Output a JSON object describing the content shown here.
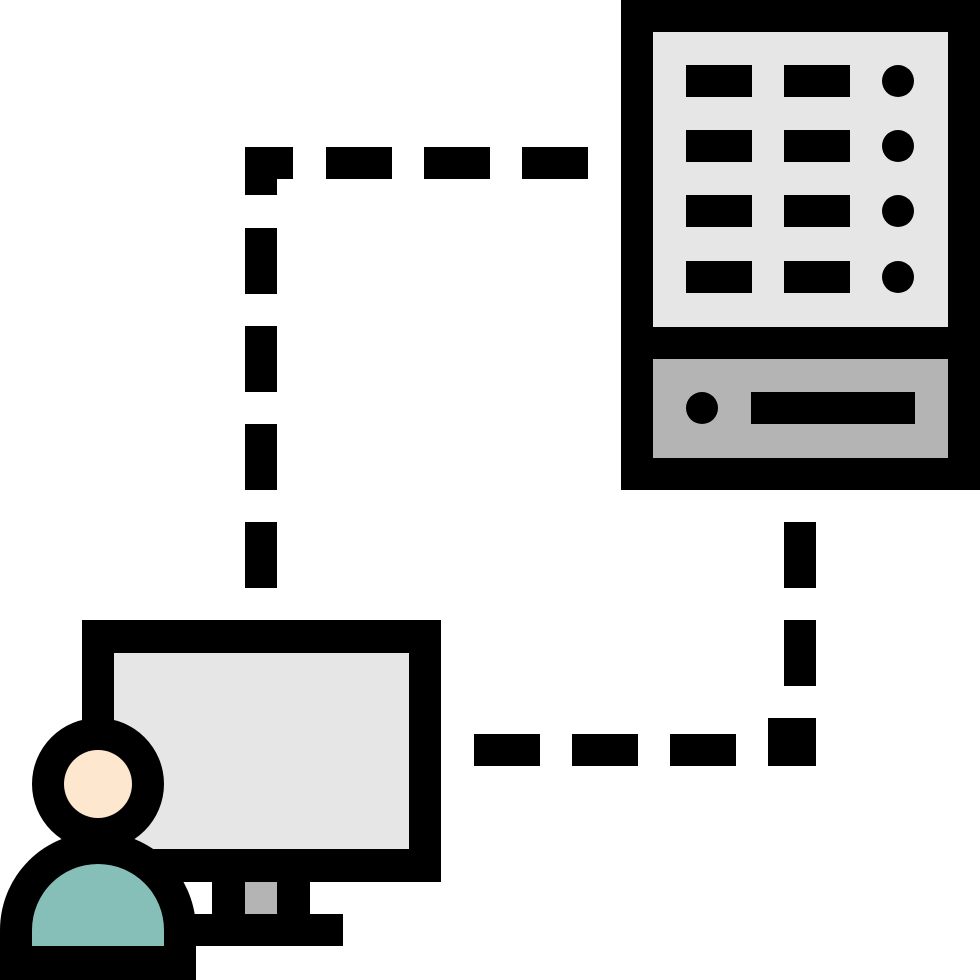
{
  "icon": {
    "subject": "user-computer-connected-to-server",
    "colors": {
      "outline": "#000000",
      "background": "#ffffff",
      "server_panel_fill": "#e6e6e6",
      "server_base_fill": "#b4b4b4",
      "monitor_screen_fill": "#e6e6e6",
      "monitor_stand_fill": "#b4b4b4",
      "person_head_fill": "#fde7cf",
      "person_body_fill": "#86bfb7"
    },
    "server": {
      "drive_rows": 4,
      "drive_slots_per_row": 2
    },
    "connections": {
      "style": "dashed",
      "count": 2
    }
  }
}
